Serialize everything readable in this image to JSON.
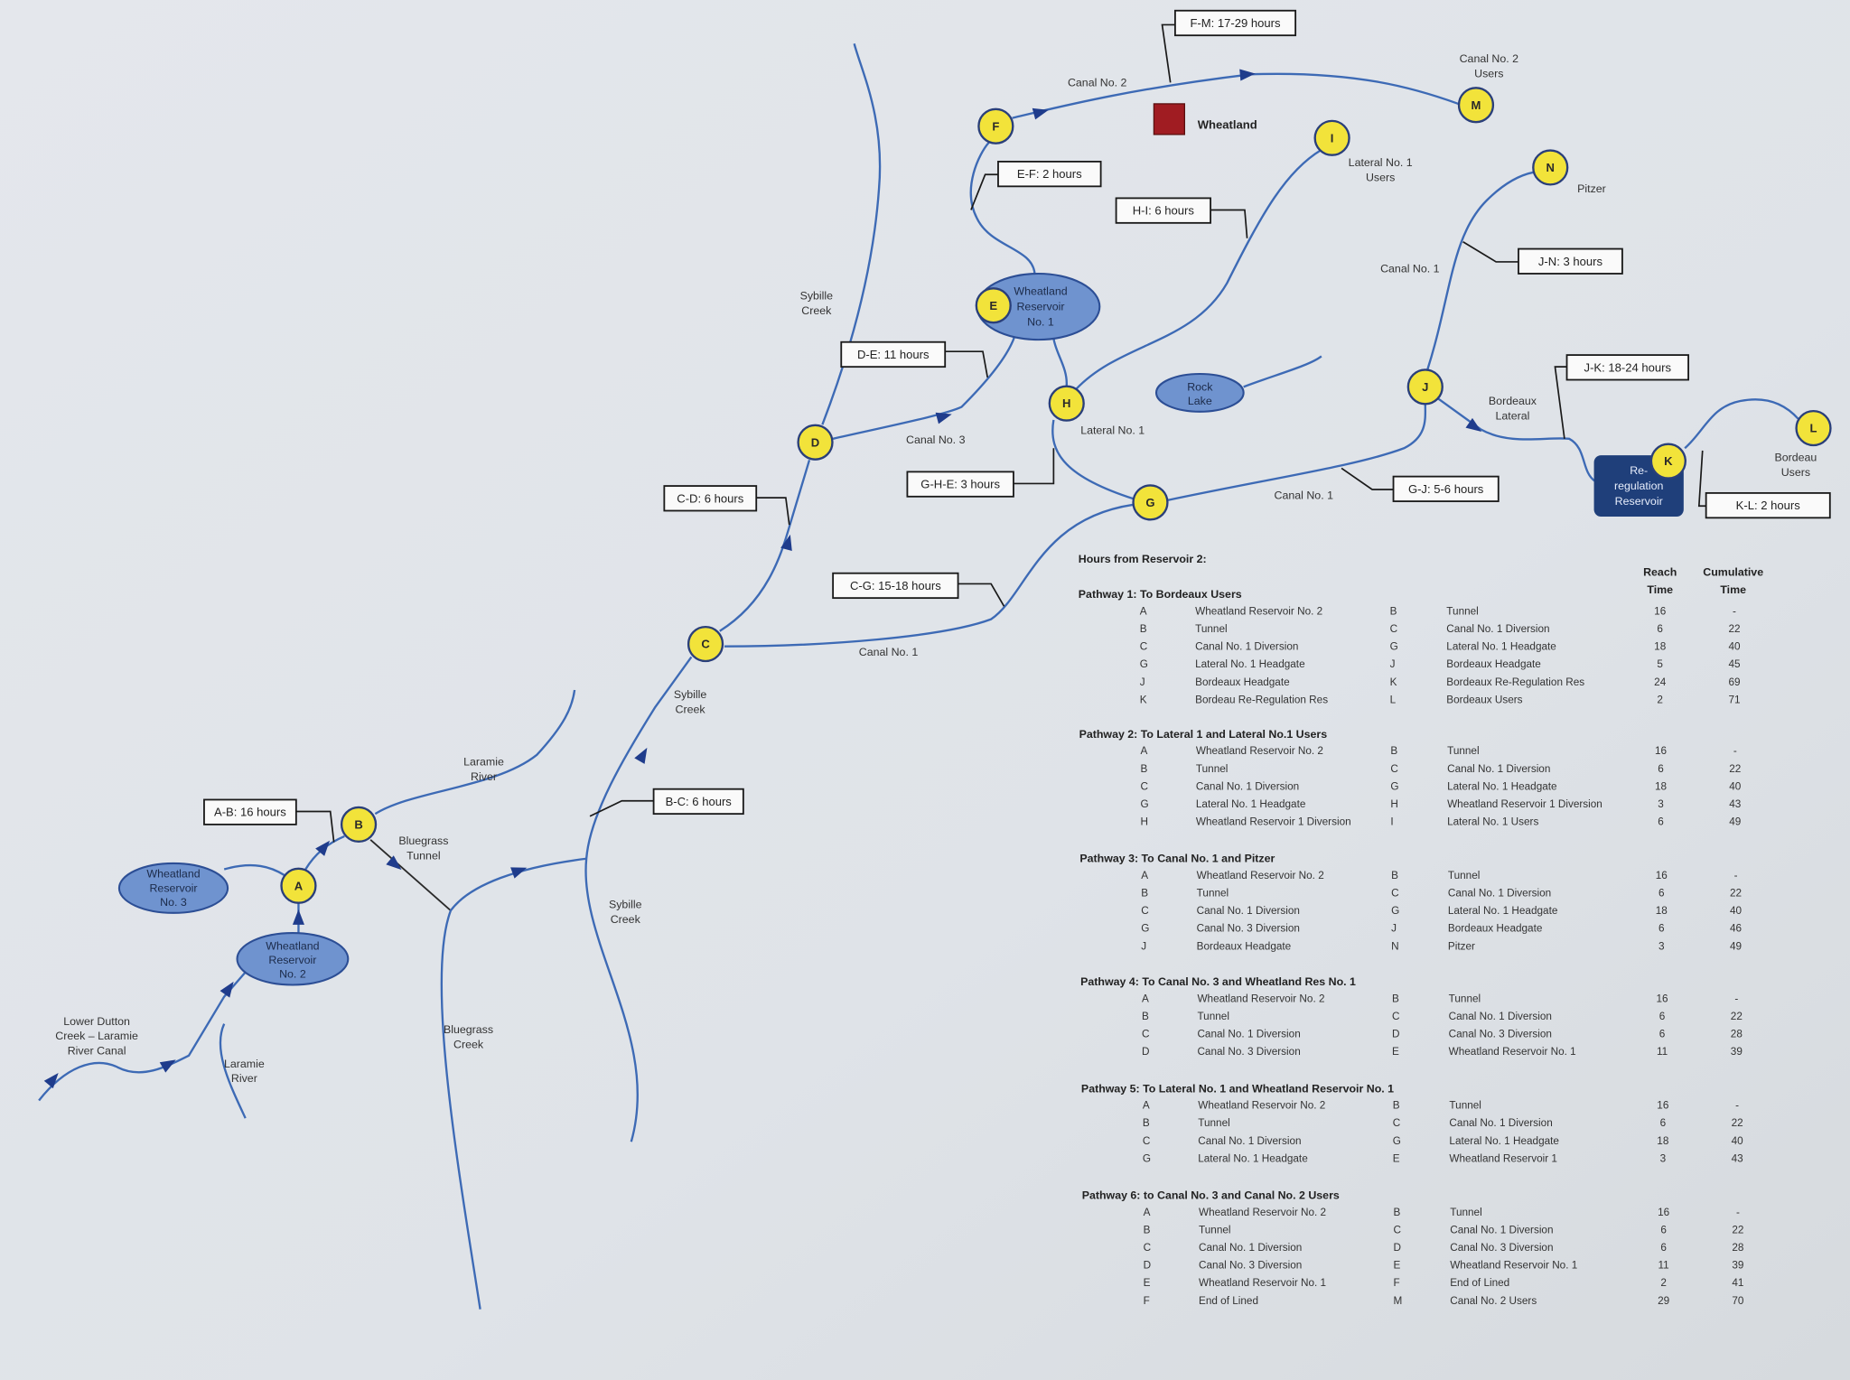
{
  "map": {
    "nodes": [
      "A",
      "B",
      "C",
      "D",
      "E",
      "F",
      "G",
      "H",
      "I",
      "J",
      "K",
      "L",
      "M",
      "N"
    ],
    "reservoirs": {
      "res3": [
        "Wheatland",
        "Reservoir",
        "No. 3"
      ],
      "res2": [
        "Wheatland",
        "Reservoir",
        "No. 2"
      ],
      "res1": [
        "Wheatland",
        "Reservoir",
        "No. 1"
      ],
      "rock_lake": [
        "Rock",
        "Lake"
      ],
      "rereg": [
        "Re-",
        "regulation",
        "Reservoir"
      ]
    },
    "town": "Wheatland",
    "callouts": {
      "fm": "F-M: 17-29 hours",
      "ef": "E-F: 2 hours",
      "hi": "H-I: 6 hours",
      "jn": "J-N: 3 hours",
      "de": "D-E: 11 hours",
      "jk": "J-K: 18-24 hours",
      "cd": "C-D: 6 hours",
      "ghe": "G-H-E: 3 hours",
      "gj": "G-J: 5-6 hours",
      "kl": "K-L: 2 hours",
      "cg": "C-G: 15-18 hours",
      "ab": "A-B: 16 hours",
      "bc": "B-C: 6 hours"
    },
    "labels": {
      "canal2": "Canal No. 2",
      "canal2_users": [
        "Canal No. 2",
        "Users"
      ],
      "lateral1_users": [
        "Lateral No. 1",
        "Users"
      ],
      "pitzer": "Pitzer",
      "sybille_top": [
        "Sybille",
        "Creek"
      ],
      "canal1_upper": "Canal No. 1",
      "canal3": "Canal No. 3",
      "lateral1": "Lateral No. 1",
      "bordeaux_lateral": [
        "Bordeaux",
        "Lateral"
      ],
      "bordeau_users": [
        "Bordeau",
        "Users"
      ],
      "canal1_mid": "Canal No. 1",
      "canal1_low": "Canal No. 1",
      "sybille_mid": [
        "Sybille",
        "Creek"
      ],
      "laramie_upper": [
        "Laramie",
        "River"
      ],
      "bluegrass_tunnel": [
        "Bluegrass",
        "Tunnel"
      ],
      "sybille_low": [
        "Sybille",
        "Creek"
      ],
      "bluegrass_creek": [
        "Bluegrass",
        "Creek"
      ],
      "lower_dutton": [
        "Lower Dutton",
        "Creek – Laramie",
        "River Canal"
      ],
      "laramie_lower": [
        "Laramie",
        "River"
      ]
    },
    "colors": {
      "node": "#f2e33a",
      "reservoir": "#6f93cf",
      "rereg": "#1f3f7a",
      "town": "#a01c22",
      "flow": "#3d6ab5"
    }
  },
  "table": {
    "title": "Hours from Reservoir 2:",
    "col_reach": [
      "Reach",
      "Time"
    ],
    "col_cum": [
      "Cumulative",
      "Time"
    ],
    "pathways": [
      {
        "title": "Pathway 1: To Bordeaux Users",
        "rows": [
          [
            "A",
            "Wheatland Reservoir No. 2",
            "B",
            "Tunnel",
            "16",
            "-"
          ],
          [
            "B",
            "Tunnel",
            "C",
            "Canal No. 1 Diversion",
            "6",
            "22"
          ],
          [
            "C",
            "Canal No. 1 Diversion",
            "G",
            "Lateral No. 1 Headgate",
            "18",
            "40"
          ],
          [
            "G",
            "Lateral No. 1 Headgate",
            "J",
            "Bordeaux Headgate",
            "5",
            "45"
          ],
          [
            "J",
            "Bordeaux Headgate",
            "K",
            "Bordeaux Re-Regulation Res",
            "24",
            "69"
          ],
          [
            "K",
            "Bordeau Re-Regulation Res",
            "L",
            "Bordeaux Users",
            "2",
            "71"
          ]
        ]
      },
      {
        "title": "Pathway 2: To Lateral 1 and Lateral No.1 Users",
        "rows": [
          [
            "A",
            "Wheatland Reservoir No. 2",
            "B",
            "Tunnel",
            "16",
            "-"
          ],
          [
            "B",
            "Tunnel",
            "C",
            "Canal No. 1 Diversion",
            "6",
            "22"
          ],
          [
            "C",
            "Canal No. 1 Diversion",
            "G",
            "Lateral No. 1 Headgate",
            "18",
            "40"
          ],
          [
            "G",
            "Lateral No. 1 Headgate",
            "H",
            "Wheatland Reservoir 1 Diversion",
            "3",
            "43"
          ],
          [
            "H",
            "Wheatland Reservoir 1 Diversion",
            "I",
            "Lateral No. 1 Users",
            "6",
            "49"
          ]
        ]
      },
      {
        "title": "Pathway 3: To Canal No. 1 and Pitzer",
        "rows": [
          [
            "A",
            "Wheatland Reservoir No. 2",
            "B",
            "Tunnel",
            "16",
            "-"
          ],
          [
            "B",
            "Tunnel",
            "C",
            "Canal No. 1 Diversion",
            "6",
            "22"
          ],
          [
            "C",
            "Canal No. 1 Diversion",
            "G",
            "Lateral No. 1 Headgate",
            "18",
            "40"
          ],
          [
            "G",
            "Canal No. 3 Diversion",
            "J",
            "Bordeaux Headgate",
            "6",
            "46"
          ],
          [
            "J",
            "Bordeaux Headgate",
            "N",
            "Pitzer",
            "3",
            "49"
          ]
        ]
      },
      {
        "title": "Pathway 4: To Canal No. 3 and Wheatland Res No. 1",
        "rows": [
          [
            "A",
            "Wheatland Reservoir No. 2",
            "B",
            "Tunnel",
            "16",
            "-"
          ],
          [
            "B",
            "Tunnel",
            "C",
            "Canal No. 1 Diversion",
            "6",
            "22"
          ],
          [
            "C",
            "Canal No. 1 Diversion",
            "D",
            "Canal No. 3 Diversion",
            "6",
            "28"
          ],
          [
            "D",
            "Canal No. 3 Diversion",
            "E",
            "Wheatland Reservoir No. 1",
            "11",
            "39"
          ]
        ]
      },
      {
        "title": "Pathway 5: To Lateral No. 1 and Wheatland Reservoir No. 1",
        "rows": [
          [
            "A",
            "Wheatland Reservoir No. 2",
            "B",
            "Tunnel",
            "16",
            "-"
          ],
          [
            "B",
            "Tunnel",
            "C",
            "Canal No. 1 Diversion",
            "6",
            "22"
          ],
          [
            "C",
            "Canal No. 1 Diversion",
            "G",
            "Lateral No. 1 Headgate",
            "18",
            "40"
          ],
          [
            "G",
            "Lateral No. 1 Headgate",
            "E",
            "Wheatland Reservoir 1",
            "3",
            "43"
          ]
        ]
      },
      {
        "title": "Pathway 6: to Canal No. 3 and Canal No. 2 Users",
        "rows": [
          [
            "A",
            "Wheatland Reservoir No. 2",
            "B",
            "Tunnel",
            "16",
            "-"
          ],
          [
            "B",
            "Tunnel",
            "C",
            "Canal No. 1 Diversion",
            "6",
            "22"
          ],
          [
            "C",
            "Canal No. 1 Diversion",
            "D",
            "Canal No. 3 Diversion",
            "6",
            "28"
          ],
          [
            "D",
            "Canal No. 3 Diversion",
            "E",
            "Wheatland Reservoir No. 1",
            "11",
            "39"
          ],
          [
            "E",
            "Wheatland Reservoir No. 1",
            "F",
            "End of Lined",
            "2",
            "41"
          ],
          [
            "F",
            "End of Lined",
            "M",
            "Canal No. 2 Users",
            "29",
            "70"
          ]
        ]
      }
    ]
  }
}
